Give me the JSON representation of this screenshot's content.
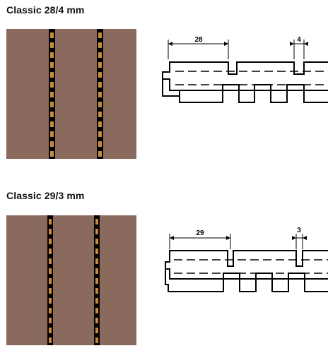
{
  "sections": [
    {
      "title": "Classic 28/4 mm",
      "swatch": {
        "board_color": "#8a6a5c",
        "joint_color": "#000000",
        "insert_color": "#c98a3a"
      },
      "profile": {
        "board_width_label": "28",
        "gap_label": "4"
      }
    },
    {
      "title": "Classic 29/3 mm",
      "swatch": {
        "board_color": "#8a6a5c",
        "joint_color": "#000000",
        "insert_color": "#c98a3a"
      },
      "profile": {
        "board_width_label": "29",
        "gap_label": "3"
      }
    }
  ]
}
